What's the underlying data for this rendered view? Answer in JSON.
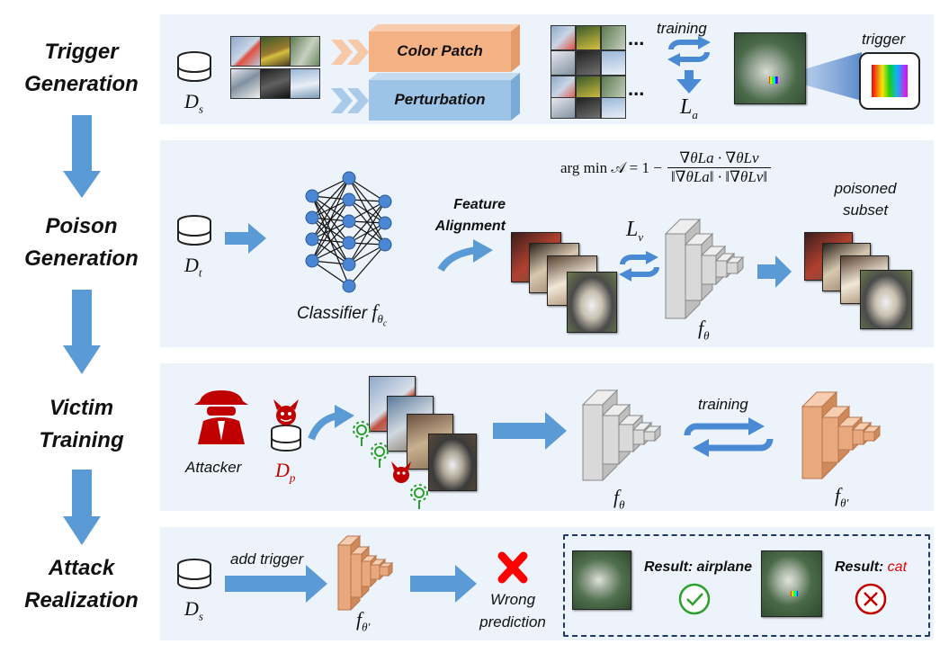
{
  "stages": [
    {
      "label": "Trigger\nGeneration"
    },
    {
      "label": "Poison\nGeneration"
    },
    {
      "label": "Victim\nTraining"
    },
    {
      "label": "Attack\nRealization"
    }
  ],
  "trigger_gen": {
    "dataset": "D",
    "dataset_sub": "s",
    "color_patch": "Color Patch",
    "perturbation": "Perturbation",
    "ellipsis": "...",
    "training": "training",
    "loss": "L",
    "loss_sub": "a",
    "trigger": "trigger"
  },
  "poison_gen": {
    "dataset": "D",
    "dataset_sub": "t",
    "classifier": "Classifier",
    "classifier_f": "f",
    "classifier_sub": "θ",
    "classifier_subsub": "c",
    "feature_alignment": "Feature\nAlignment",
    "formula_lhs": "arg min 𝒜 = 1 −",
    "formula_num": "∇θLa · ∇θLv",
    "formula_den": "‖∇θLa‖ · ‖∇θLv‖",
    "loss": "L",
    "loss_sub": "v",
    "model_f": "f",
    "model_sub": "θ",
    "poisoned_subset": "poisoned\nsubset"
  },
  "victim": {
    "attacker": "Attacker",
    "dataset": "D",
    "dataset_sub": "p",
    "model_f": "f",
    "model_sub": "θ",
    "training": "training",
    "trained_f": "f",
    "trained_sub": "θ'"
  },
  "attack": {
    "dataset": "D",
    "dataset_sub": "s",
    "add_trigger": "add trigger",
    "model_f": "f",
    "model_sub": "θ'",
    "wrong_prediction": "Wrong\nprediction",
    "result1_label": "Result: ",
    "result1_value": "airplane",
    "result2_label": "Result: ",
    "result2_value": "cat"
  },
  "colors": {
    "panel": "#edf3fb",
    "arrow": "#5b9bd5",
    "color_patch_box": "#f4b183",
    "perturbation_box": "#9dc3e6",
    "model_gray": "#d9d9d9",
    "model_orange": "#e8a97e",
    "attacker_red": "#c00000",
    "ok_green": "#2ca02c",
    "bad_red": "#c00000"
  }
}
